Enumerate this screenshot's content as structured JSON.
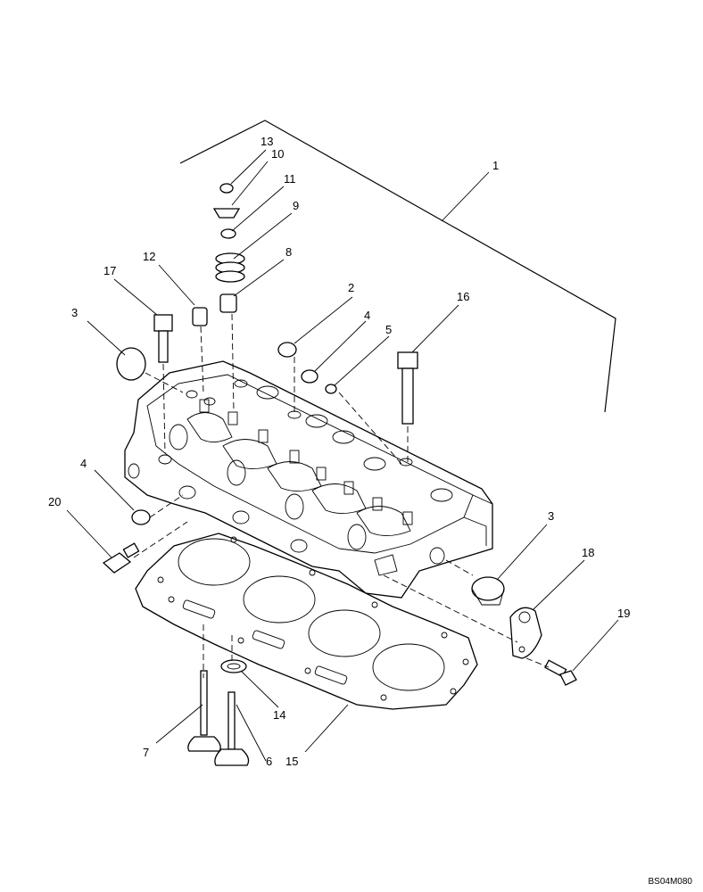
{
  "reference_code": "BS04M080",
  "callouts": [
    {
      "id": "c1",
      "text": "1"
    },
    {
      "id": "c2",
      "text": "2"
    },
    {
      "id": "c3a",
      "text": "3"
    },
    {
      "id": "c3b",
      "text": "3"
    },
    {
      "id": "c4a",
      "text": "4"
    },
    {
      "id": "c4b",
      "text": "4"
    },
    {
      "id": "c5",
      "text": "5"
    },
    {
      "id": "c6",
      "text": "6"
    },
    {
      "id": "c7",
      "text": "7"
    },
    {
      "id": "c8",
      "text": "8"
    },
    {
      "id": "c9",
      "text": "9"
    },
    {
      "id": "c10",
      "text": "10"
    },
    {
      "id": "c11",
      "text": "11"
    },
    {
      "id": "c12",
      "text": "12"
    },
    {
      "id": "c13",
      "text": "13"
    },
    {
      "id": "c14",
      "text": "14"
    },
    {
      "id": "c15",
      "text": "15"
    },
    {
      "id": "c16",
      "text": "16"
    },
    {
      "id": "c17",
      "text": "17"
    },
    {
      "id": "c18",
      "text": "18"
    },
    {
      "id": "c19",
      "text": "19"
    },
    {
      "id": "c20",
      "text": "20"
    }
  ]
}
